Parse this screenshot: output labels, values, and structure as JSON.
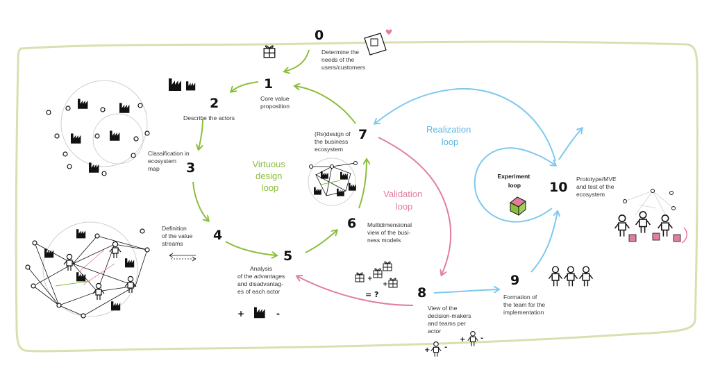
{
  "colors": {
    "green": "#8bbe3b",
    "pink": "#e27d9e",
    "blue": "#7ec8ee",
    "frame": "#d9dfae",
    "ink": "#111111"
  },
  "steps": [
    {
      "num": "0",
      "lines": [
        "Determine the",
        "needs of the",
        "users/customers"
      ],
      "icon": "gift-icon"
    },
    {
      "num": "1",
      "lines": [
        "Core value",
        "proposition"
      ]
    },
    {
      "num": "2",
      "lines": [
        "Describe the actors"
      ],
      "icon": "factory-icon"
    },
    {
      "num": "3",
      "lines": [
        "Classification in",
        "ecosystem",
        "map"
      ]
    },
    {
      "num": "4",
      "lines": [
        "Definition",
        "of the value",
        "streams"
      ]
    },
    {
      "num": "5",
      "lines": [
        "Analysis",
        "of the advantages",
        "and disadvantag-",
        "es of each actor"
      ]
    },
    {
      "num": "6",
      "lines": [
        "Multidimensional",
        "view of the busi-",
        "ness models"
      ]
    },
    {
      "num": "7",
      "lines": [
        "(Re)design of",
        "the business",
        "ecosystem"
      ]
    },
    {
      "num": "8",
      "lines": [
        "View of the",
        "decision-makers",
        "and teams per",
        "actor"
      ]
    },
    {
      "num": "9",
      "lines": [
        "Formation of",
        "the team for the",
        "implementation"
      ]
    },
    {
      "num": "10",
      "lines": [
        "Prototype/MVE",
        "and test of the",
        "ecosystem"
      ]
    }
  ],
  "loops": {
    "virtuous": [
      "Virtuous",
      "design",
      "loop"
    ],
    "validation": [
      "Validation",
      "loop"
    ],
    "realization": [
      "Realization",
      "loop"
    ],
    "experiment": [
      "Experiment",
      "loop"
    ]
  },
  "symbols": {
    "plus": "+",
    "minus": "-",
    "equals_question": "= ?"
  }
}
